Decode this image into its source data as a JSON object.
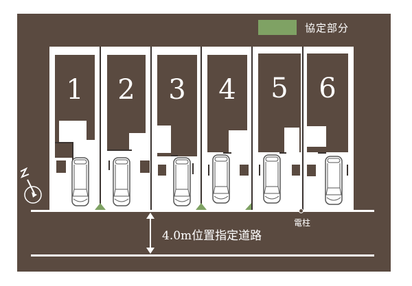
{
  "legend": {
    "swatch_color": "#7fa264",
    "label": "協定部分"
  },
  "lots": [
    {
      "number": "1"
    },
    {
      "number": "2"
    },
    {
      "number": "3"
    },
    {
      "number": "4"
    },
    {
      "number": "5"
    },
    {
      "number": "6"
    }
  ],
  "road": {
    "label": "4.0m位置指定道路"
  },
  "utility_pole": {
    "label": "電柱"
  },
  "compass": {
    "label": "N"
  },
  "colors": {
    "background": "#5a4a40",
    "agreement_area": "#7fa264",
    "lot": "#ffffff"
  }
}
